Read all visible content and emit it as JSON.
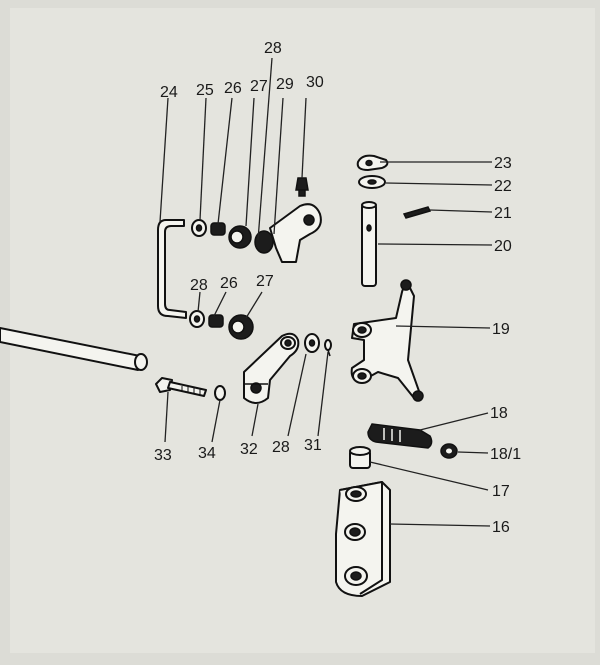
{
  "diagram": {
    "labels": {
      "l28top": "28",
      "l24": "24",
      "l25": "25",
      "l26a": "26",
      "l27a": "27",
      "l29": "29",
      "l30": "30",
      "l23": "23",
      "l22": "22",
      "l21": "21",
      "l20": "20",
      "l28b": "28",
      "l26b": "26",
      "l27b": "27",
      "l19": "19",
      "l18": "18",
      "l181": "18/1",
      "l17": "17",
      "l16": "16",
      "l33": "33",
      "l34": "34",
      "l32": "32",
      "l28c": "28",
      "l31": "31"
    }
  }
}
